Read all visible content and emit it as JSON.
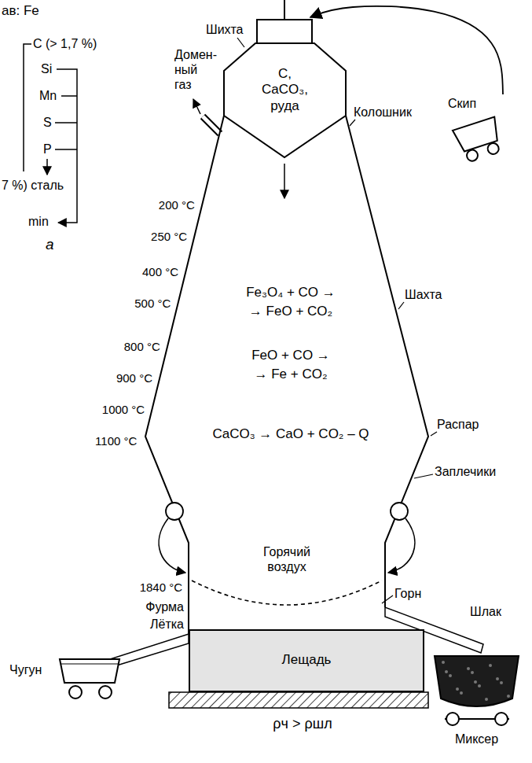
{
  "diagram": {
    "nodes": [
      {
        "text": [
          "C, CaCO₃, руда"
        ]
      },
      {
        "text": [
          "Скип"
        ]
      },
      {
        "text": [
          "Лещадь"
        ]
      },
      {
        "text": [
          "Чугун"
        ]
      },
      {
        "text": [
          "Миксер"
        ]
      }
    ],
    "edges": [
      {
        "from": 1,
        "to": 0,
        "arrow": "to"
      }
    ],
    "labels": [
      "ав: Fe",
      "C (> 1,7 %)",
      "Si",
      "Mn",
      "S",
      "P",
      "7 %) сталь",
      "min",
      "a",
      "Шихта",
      "Домен- ный газ",
      "200 °C",
      "250 °C",
      "400 °C",
      "500 °C",
      "800 °C",
      "900 °C",
      "1000 °C",
      "1100 °C",
      "Fe₃O₄ + CO →",
      "→ FeO + CO₂",
      "FeO + CO →",
      "→ Fe + CO₂",
      "CaCO₃ → CaO + CO₂ – Q",
      "Колошник",
      "Шахта",
      "Распар",
      "Заплечики",
      "1840 °C",
      "Горячий воздух",
      "Фурма",
      "Горн",
      "Лётка",
      "Шлак",
      "ρч > ρшл"
    ]
  }
}
